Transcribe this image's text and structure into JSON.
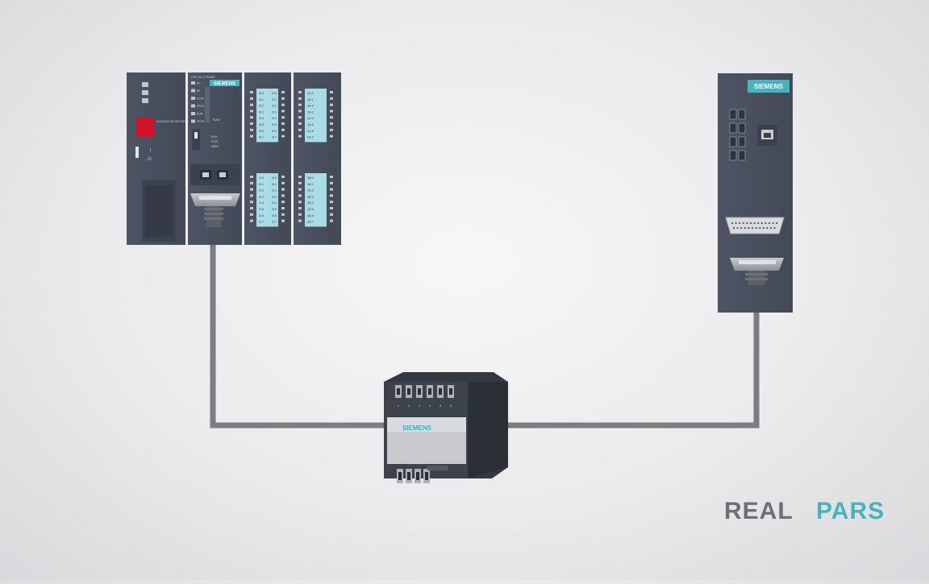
{
  "plc": {
    "psu_label": "VOLTAGE SELECTOR",
    "psu_switch_label": "I",
    "psu_power_symbol": "⏻",
    "cpu_title": "CPU 317-2 PN/DP",
    "cpu_brand": "SIEMENS",
    "cpu_leds": [
      "SF",
      "BF",
      "DC5V",
      "FRCE",
      "RUN",
      "STOP"
    ],
    "cpu_push_label": "PUSH",
    "cpu_modes": [
      "RUN",
      "STOP",
      "MRES"
    ],
    "di_addresses_top": [
      "I0.0",
      "I0.1",
      "I0.2",
      "I0.3",
      "I0.4",
      "I0.5",
      "I0.6",
      "I0.7"
    ],
    "di_addresses_top_b": [
      "I2.0",
      "I2.1",
      "I2.2",
      "I2.3",
      "I2.4",
      "I2.5",
      "I2.6",
      "I2.7"
    ],
    "di_addresses_bottom": [
      "I1.0",
      "I1.1",
      "I1.2",
      "I1.3",
      "I1.4",
      "I1.5",
      "I1.6",
      "I1.7"
    ],
    "di_addresses_bottom_b": [
      "I3.0",
      "I3.1",
      "I3.2",
      "I3.3",
      "I3.4",
      "I3.5",
      "I3.6",
      "I3.7"
    ],
    "do_addresses_top": [
      "Q4.0",
      "Q4.1",
      "Q4.2",
      "Q4.3",
      "Q4.4",
      "Q4.5",
      "Q4.6",
      "Q4.7"
    ],
    "do_addresses_bottom": [
      "Q5.0",
      "Q5.1",
      "Q5.2",
      "Q5.3",
      "Q5.4",
      "Q5.5",
      "Q5.6",
      "Q5.7"
    ]
  },
  "remote_io": {
    "brand": "SIEMENS"
  },
  "repeater": {
    "brand": "SIEMENS",
    "channel_numbers": [
      "1",
      "2",
      "3",
      "4",
      "5",
      "6"
    ]
  },
  "watermark": {
    "text_a": "REAL",
    "text_b": "PARS"
  },
  "colors": {
    "module_dark": "#4a5160",
    "module_darker": "#3b414e",
    "label_strip": "#a9dce6",
    "siemens_accent": "#29b6c4",
    "cable": "#7c7d82",
    "watermark_a": "#6b6f76",
    "watermark_b": "#48b2be"
  }
}
